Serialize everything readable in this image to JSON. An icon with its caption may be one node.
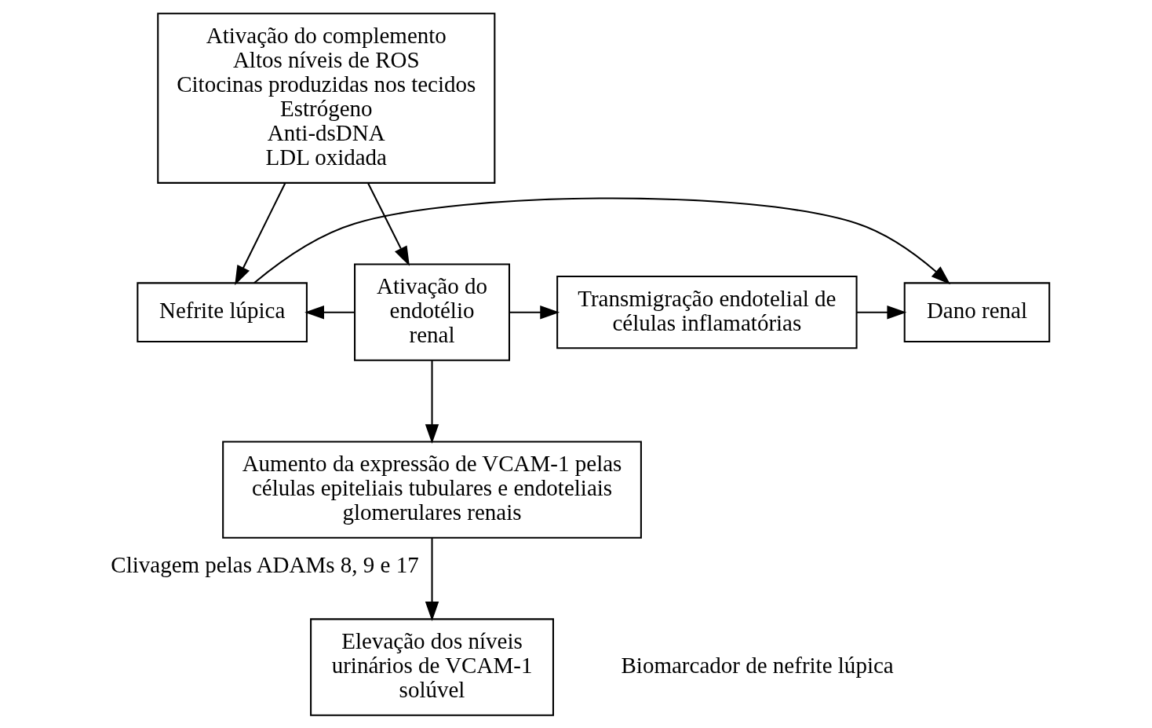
{
  "diagram": {
    "nodes": [
      {
        "text": [
          "Ativação do complemento",
          "Altos níveis de ROS",
          "Citocinas produzidas nos tecidos",
          "Estrógeno",
          "Anti-dsDNA",
          "LDL oxidada"
        ]
      },
      {
        "text": [
          "Nefrite lúpica"
        ]
      },
      {
        "text": [
          "Ativação do endotélio renal"
        ]
      },
      {
        "text": [
          "Transmigração endotelial de células inflamatórias"
        ]
      },
      {
        "text": [
          "Dano renal"
        ]
      },
      {
        "text": [
          "Aumento da expressão de VCAM-1 pelas células epiteliais tubulares e endoteliais glomerulares renais"
        ]
      },
      {
        "text": [
          "Elevação dos níveis urinários de VCAM-1 solúvel"
        ],
        "beside": [
          "Biomarcador de nefrite lúpica"
        ]
      }
    ],
    "edges": [
      {
        "from": 0,
        "to": 1,
        "arrow": "to"
      },
      {
        "from": 0,
        "to": 2,
        "arrow": "to"
      },
      {
        "from": 2,
        "to": 1,
        "arrow": "to"
      },
      {
        "from": 2,
        "to": 3,
        "arrow": "to"
      },
      {
        "from": 3,
        "to": 4,
        "arrow": "to"
      },
      {
        "from": 1,
        "to": 4,
        "arrow": "to"
      },
      {
        "from": 2,
        "to": 5,
        "arrow": "to"
      },
      {
        "from": 5,
        "to": 6,
        "arrow": "to",
        "label": "Clivagem pelas ADAMs 8, 9 e 17"
      }
    ]
  }
}
